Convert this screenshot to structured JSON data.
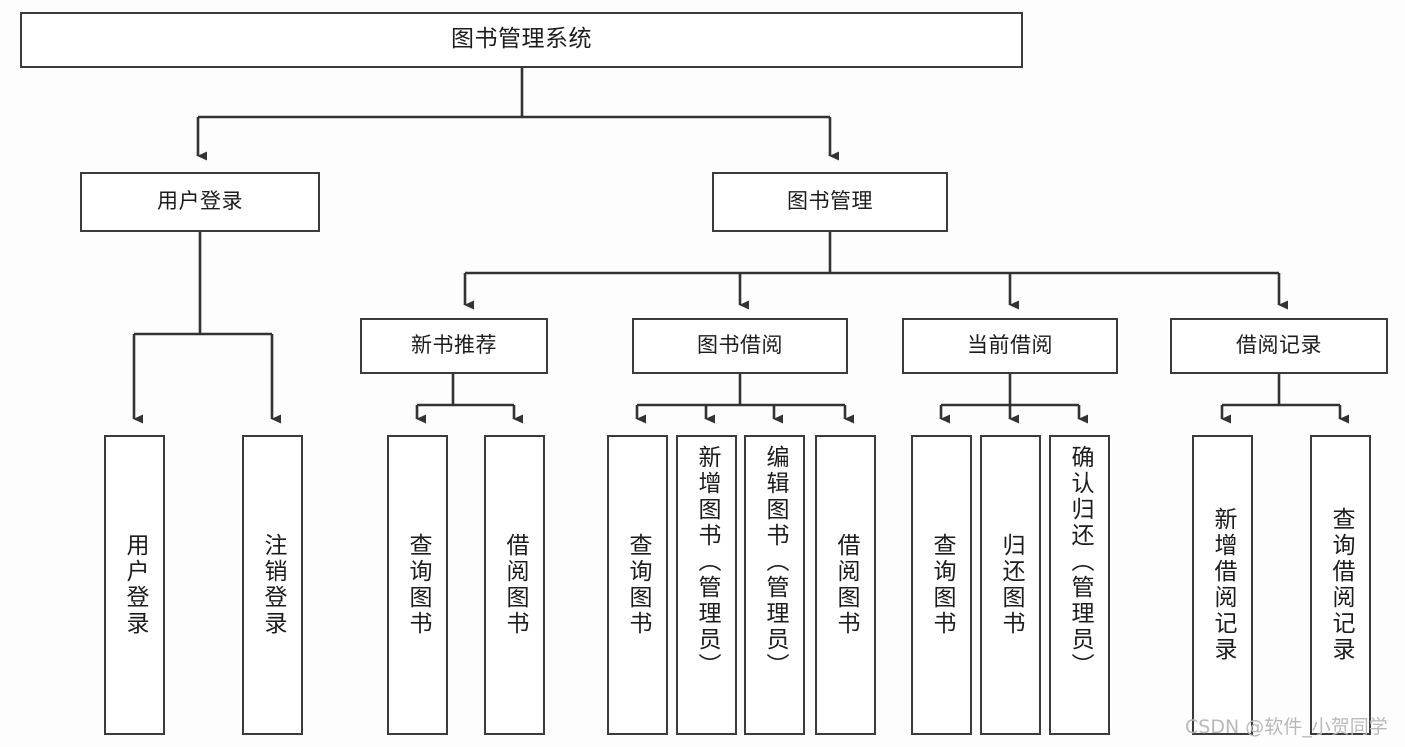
{
  "diagram": {
    "title": "图书管理系统",
    "type": "tree",
    "watermark": "CSDN @软件_小贺同学",
    "colors": {
      "box_border": "#3b3b3b",
      "box_fill": "#ffffff",
      "connector": "#333333",
      "text": "#1c1c1c",
      "background": "#fdfdfd",
      "watermark": "#b9b9b9"
    },
    "root": {
      "label": "图书管理系统"
    },
    "level2": [
      {
        "label": "用户登录"
      },
      {
        "label": "图书管理"
      }
    ],
    "level3": [
      {
        "label": "新书推荐"
      },
      {
        "label": "图书借阅"
      },
      {
        "label": "当前借阅"
      },
      {
        "label": "借阅记录"
      }
    ],
    "leaves": {
      "user_login": [
        {
          "label": "用户登录"
        },
        {
          "label": "注销登录"
        }
      ],
      "new_book": [
        {
          "label": "查询图书"
        },
        {
          "label": "借阅图书"
        }
      ],
      "book_borrow": [
        {
          "label": "查询图书"
        },
        {
          "label": "新增图书（管理员）"
        },
        {
          "label": "编辑图书（管理员）"
        },
        {
          "label": "借阅图书"
        }
      ],
      "current_borrow": [
        {
          "label": "查询图书"
        },
        {
          "label": "归还图书"
        },
        {
          "label": "确认归还（管理员）"
        }
      ],
      "borrow_record": [
        {
          "label": "新增借阅记录"
        },
        {
          "label": "查询借阅记录"
        }
      ]
    }
  }
}
